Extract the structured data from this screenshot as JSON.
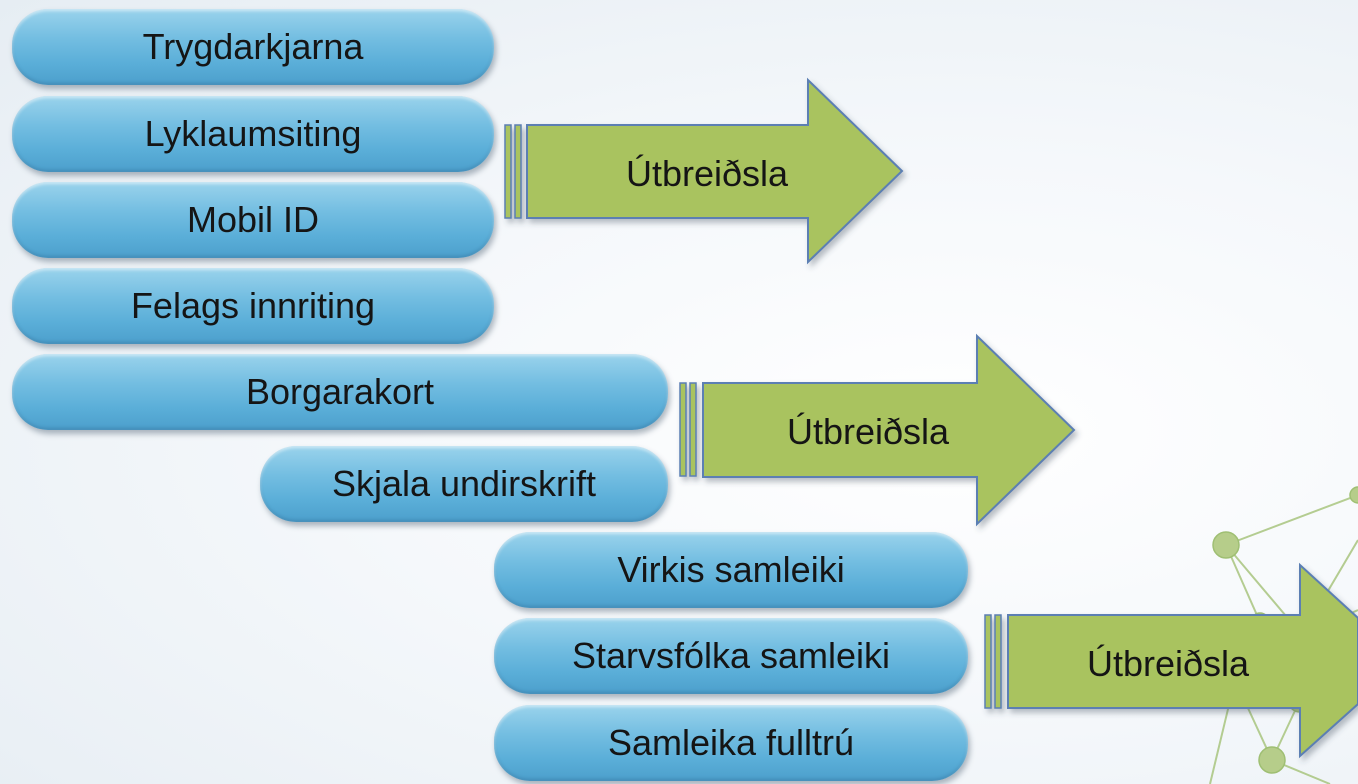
{
  "diagram": {
    "colors": {
      "pill_fill": "#6cb9df",
      "arrow_fill": "#a9c35e",
      "arrow_stroke": "#5b7fb3",
      "network_fill": "#b6cd8a",
      "network_stroke": "#9fbf73"
    },
    "groups": [
      {
        "items": [
          "Trygdarkjarna",
          "Lyklaumsiting",
          "Mobil ID",
          "Felags innriting"
        ],
        "arrow_label": "Útbreiðsla"
      },
      {
        "items": [
          "Borgarakort",
          "Skjala undirskrift"
        ],
        "arrow_label": "Útbreiðsla"
      },
      {
        "items": [
          "Virkis samleiki",
          "Starvsfólka samleiki",
          "Samleika fulltrú"
        ],
        "arrow_label": "Útbreiðsla"
      }
    ]
  }
}
